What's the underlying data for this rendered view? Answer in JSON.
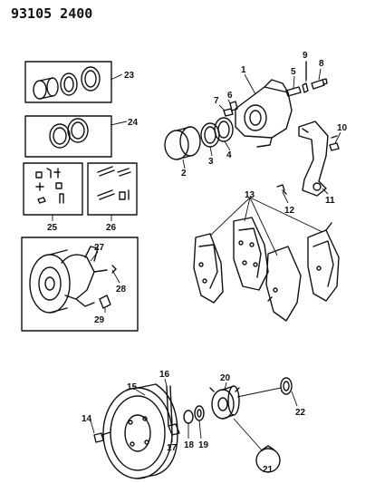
{
  "header": {
    "code": "93105  2400"
  },
  "callouts": {
    "c1": "1",
    "c2": "2",
    "c3": "3",
    "c4": "4",
    "c5": "5",
    "c6": "6",
    "c7": "7",
    "c8": "8",
    "c9": "9",
    "c10": "10",
    "c11": "11",
    "c12": "12",
    "c13": "13",
    "c14": "14",
    "c15": "15",
    "c16": "16",
    "c17": "17",
    "c18": "18",
    "c19": "19",
    "c20": "20",
    "c21": "21",
    "c22": "22",
    "c23": "23",
    "c24": "24",
    "c25": "25",
    "c26": "26",
    "c27": "27",
    "c28": "28",
    "c29": "29"
  },
  "colors": {
    "ink": "#111111",
    "paper": "#ffffff"
  }
}
